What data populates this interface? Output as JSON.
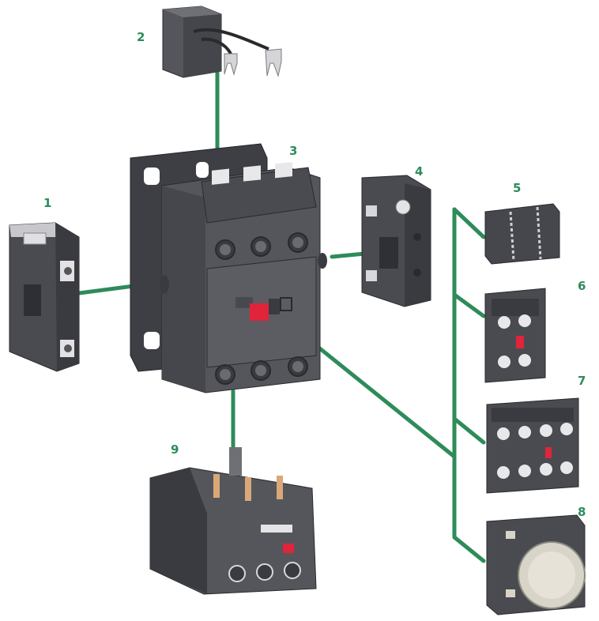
{
  "labels": {
    "l1": "1",
    "l2": "2",
    "l3": "3",
    "l4": "4",
    "l5": "5",
    "l6": "6",
    "l7": "7",
    "l8": "8",
    "l9": "9"
  },
  "colors": {
    "connector": "#2e8b5a",
    "label": "#2e8b5a",
    "body_dark": "#3c3c40",
    "body_mid": "#55565b",
    "body_light": "#6f7075",
    "accent_red": "#e0243a",
    "cap": "#d9d4c8"
  }
}
